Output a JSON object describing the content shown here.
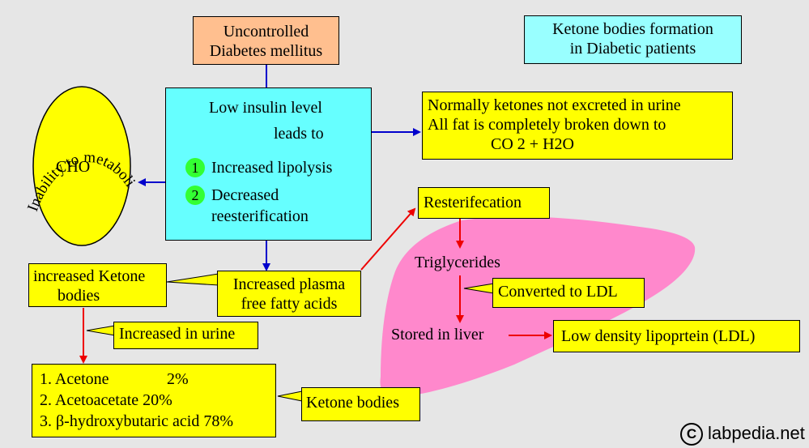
{
  "title": {
    "line1": "Ketone bodies formation",
    "line2": "in Diabetic patients"
  },
  "cause": {
    "line1": "Uncontrolled",
    "line2": "Diabetes mellitus"
  },
  "center_box": {
    "line1": "Low insulin level",
    "line2": "leads to",
    "item1_num": "1",
    "item1": "Increased lipolysis",
    "item2_num": "2",
    "item2_line1": "Decreased",
    "item2_line2": "reesterification"
  },
  "normal_box": {
    "line1": "Normally ketones not excreted in urine",
    "line2": "All fat is completely broken down to",
    "line3": "CO 2 + H2O"
  },
  "cho": {
    "label": "CHO",
    "arc_text": "Inability to metabolized carbohydrates"
  },
  "resterification": "Resterifecation",
  "triglycerides": "Triglycerides",
  "converted_ldl": "Converted to LDL",
  "stored_liver": "Stored in liver",
  "ldl_box": "Low density lipoprtein (LDL)",
  "ffa_box": {
    "line1": "Increased plasma",
    "line2": "free fatty acids"
  },
  "ketone_box": {
    "line1": "increased Ketone",
    "line2": "bodies"
  },
  "urine_box": "Increased in urine",
  "ketone_list": [
    {
      "name": "1. Acetone",
      "pct": "2%"
    },
    {
      "name": "2. Acetoacetate",
      "pct": "20%"
    },
    {
      "name": "3. β-hydroxybutaric acid",
      "pct": "78%"
    }
  ],
  "ketone_bodies_label": "Ketone bodies",
  "copyright": {
    "symbol": "C",
    "text": "labpedia.net"
  },
  "colors": {
    "background": "#e6e6e6",
    "yellow": "#ffff00",
    "cyan": "#66ffff",
    "light_cyan": "#99ffff",
    "salmon": "#ffbf8f",
    "liver_pink": "#ff88cc",
    "green_circle": "#33ff33",
    "blue_arrow": "#0000cc",
    "red_arrow": "#ee0000"
  }
}
